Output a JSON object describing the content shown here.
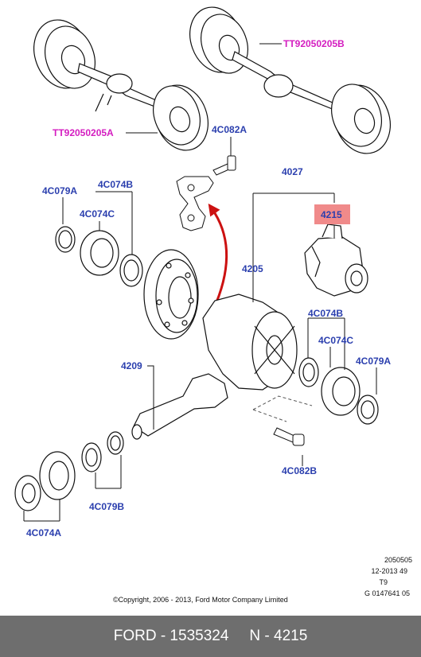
{
  "callouts": {
    "tt_b": "TT92050205B",
    "tt_a": "TT92050205A",
    "c4C082A": "4C082A",
    "c4027": "4027",
    "c4C079A_left": "4C079A",
    "c4C074B_left": "4C074B",
    "c4C074C_left": "4C074C",
    "c4215": "4215",
    "c4205": "4205",
    "c4C074B_right": "4C074B",
    "c4C074C_right": "4C074C",
    "c4209": "4209",
    "c4C079A_right": "4C079A",
    "c4C082B": "4C082B",
    "c4C079B": "4C079B",
    "c4C074A": "4C074A"
  },
  "meta_block": {
    "line1": "2050505",
    "line2": "12-2013 49",
    "line3": "T9",
    "line4": "G 0147641 05"
  },
  "copyright": "©Copyright, 2006 - 2013, Ford Motor Company Limited",
  "footer": {
    "brand_part": "FORD - 1535324",
    "ref": "N - 4215"
  },
  "colors": {
    "callout_blue": "#2b3fae",
    "callout_magenta": "#d41dc0",
    "highlight": "#f08a8a",
    "arrow_red": "#cc1111",
    "footer_bg": "#6e6e6e"
  }
}
